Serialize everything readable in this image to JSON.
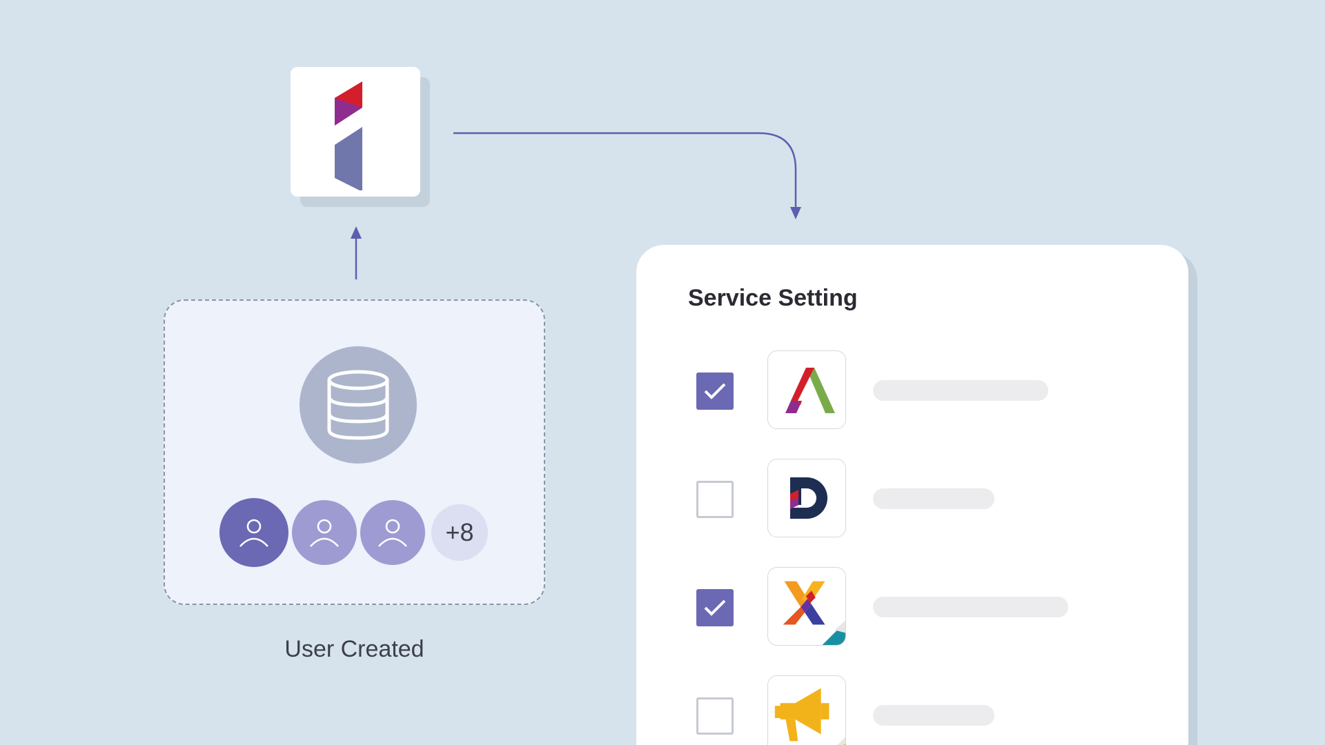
{
  "app_logo": {
    "icon": "app-logo-icon"
  },
  "user_box": {
    "database_icon": "database-icon",
    "avatars": [
      "user-icon",
      "user-icon",
      "user-icon"
    ],
    "more_count": "+8",
    "caption": "User Created"
  },
  "service_panel": {
    "title": "Service Setting",
    "services": [
      {
        "icon": "service-a-logo-icon",
        "checked": true,
        "bar_fraction": 0.62
      },
      {
        "icon": "service-d-logo-icon",
        "checked": false,
        "bar_fraction": 0.43
      },
      {
        "icon": "service-x-logo-icon",
        "checked": true,
        "bar_fraction": 0.69
      },
      {
        "icon": "megaphone-logo-icon",
        "checked": false,
        "bar_fraction": 0.43
      }
    ]
  },
  "colors": {
    "background": "#d6e3ec",
    "accent": "#6b68b4",
    "connector": "#5f5db0",
    "avatar_light": "#9e9bd3"
  }
}
